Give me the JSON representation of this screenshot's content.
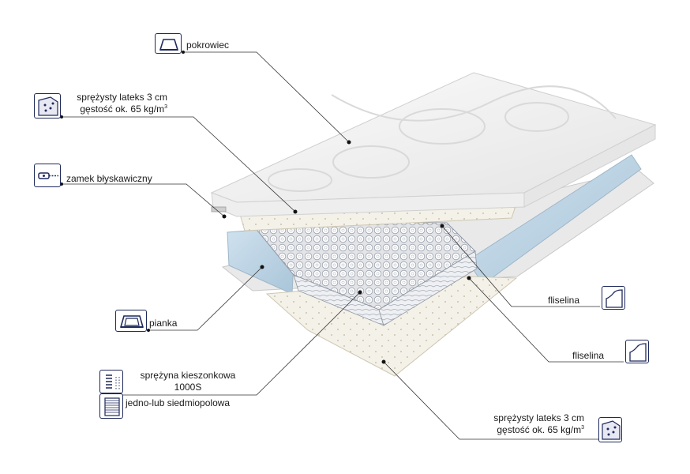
{
  "labels": {
    "cover": "pokrowiec",
    "latex_top_line1": "sprężysty lateks  3 cm",
    "latex_top_line2": "gęstość ok. 65 kg/m",
    "latex_top_sup": "3",
    "zipper": "zamek błyskawiczny",
    "foam": "pianka",
    "spring_line1": "sprężyna kieszonkowa",
    "spring_line2": "1000S",
    "spring_line3": "jedno-lub siedmiopolowa",
    "fleece_1": "fliselina",
    "fleece_2": "fliselina",
    "latex_bottom_line1": "sprężysty lateks  3 cm",
    "latex_bottom_line2": "gęstość ok. 65 kg/m",
    "latex_bottom_sup": "3"
  },
  "icons": {
    "cover": "mattress-cover-icon",
    "latex": "latex-layer-icon",
    "zipper": "zipper-icon",
    "foam": "foam-icon",
    "spring": "pocket-spring-icon",
    "zones": "zones-icon",
    "fleece": "fleece-icon"
  },
  "colors": {
    "leader_line": "#333333",
    "icon_border": "#1f2a5c",
    "foam": "#b9d3e4",
    "latex": "#ece7da",
    "cover": "#f2f2f2"
  }
}
